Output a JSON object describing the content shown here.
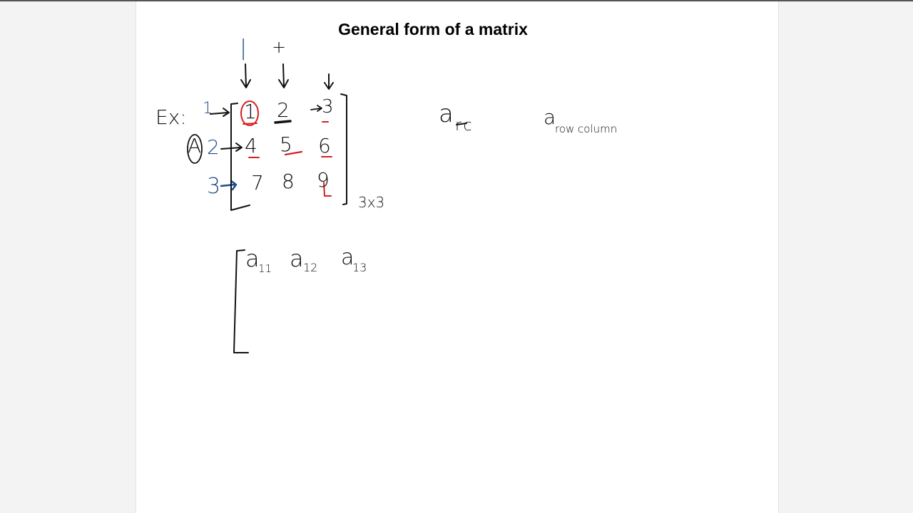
{
  "slide": {
    "title": "General form of a matrix"
  },
  "example": {
    "label": "Ex:",
    "matrix_name": "A",
    "row_numbers": [
      "1",
      "2",
      "3"
    ],
    "column_marks": [
      "|",
      "+",
      ""
    ],
    "entries": [
      [
        "1",
        "2",
        "3"
      ],
      [
        "4",
        "5",
        "6"
      ],
      [
        "7",
        "8",
        "9"
      ]
    ],
    "dimension": "3x3"
  },
  "notation": {
    "symbol": "a",
    "crossed_subscript": "rc",
    "subscript_text": "row column"
  },
  "general_matrix": {
    "entries": [
      "a",
      "a",
      "a"
    ],
    "subscripts": [
      "11",
      "12",
      "13"
    ]
  },
  "colors": {
    "ink_black": "#111111",
    "ink_blue": "#1d4b8c",
    "ink_red": "#d62020"
  }
}
